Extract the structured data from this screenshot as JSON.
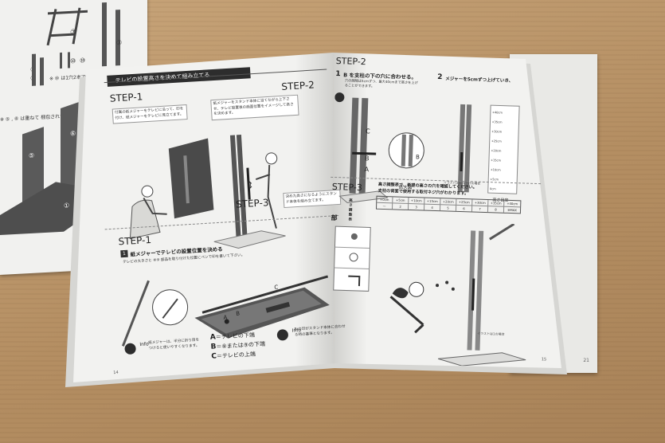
{
  "left_page": {
    "banner": "テレビの設置高さを決めて組み立てる",
    "step1_label": "STEP-1",
    "step2_label": "STEP-2",
    "step3_label": "STEP-3",
    "step1_note": "付属の紙メジャーをテレビに沿って、印を付け、紙メジャーをテレビに見立てます。",
    "step2_note": "紙メジャーをスタンド本体に当てながら上下させ、テレビ設置後の画面位置をイメージして高さを決めます。",
    "step3_note": "決めた高さになるようにスタンド本体を組み立てます。",
    "lower_step_label": "STEP-1",
    "lower_step_badge": "1",
    "lower_step_title": "紙メジャーでテレビの設置位置を決める",
    "lower_step_desc": "テレビの大きさと ⑧⑨ 部品を取り付けた位置にペンで印を書いて下さい。",
    "info_label": "Info",
    "info_left": "紙メジャーは、半分に折り目をつけると使いやすくなります。",
    "info_right": "B の印がスタンド本体に合わせる時の基準となります。",
    "legend": [
      {
        "key": "A",
        "text": "＝テレビの下端"
      },
      {
        "key": "B",
        "text": "＝⑧または⑨の下端"
      },
      {
        "key": "C",
        "text": "＝テレビの上端"
      }
    ],
    "diagram_letters": [
      "A",
      "B",
      "C"
    ],
    "page_number": "14"
  },
  "right_page": {
    "step2_label": "STEP-2",
    "item1_num": "1",
    "item1_text": "B を支柱の下の穴に合わせる。",
    "item1_sub": "穴の間隔は5cmずつ、最大40cmまで高さを上げることができます。",
    "item2_num": "2",
    "item2_text": "メジャーを5cmずつ上げていき、",
    "item2_highlight": "5cm",
    "enlarged_label": "拡大図",
    "height_table_label": "高さ目安",
    "illustration_note": "イラストは5cm下げの場合",
    "letters": [
      "C",
      "B",
      "A",
      "B"
    ],
    "scale_marks": [
      "+40cm",
      "+35cm",
      "+30cm",
      "+25cm",
      "+20cm",
      "+15cm",
      "+10cm",
      "+5cm",
      "0cm"
    ],
    "step3_label": "STEP-3",
    "step3_text": "高さ調整表で、希望の高さの穴を確認してください。",
    "step3_sub": "支柱の背面で使用する取付ネジ穴がわかります。",
    "table_label": "高さ調整表",
    "table_headers": [
      "+0cm",
      "+5cm",
      "+10cm",
      "+15cm",
      "+20cm",
      "+25cm",
      "+30cm",
      "+35cm",
      "+40cm"
    ],
    "table_values": [
      "—",
      "2",
      "3",
      "4",
      "5",
      "6",
      "7",
      "8",
      "⑨MAX"
    ],
    "parts_label": "部",
    "bottom_note": "イラストは1の場合",
    "page_number": "15"
  },
  "left_sheet": {
    "labels": [
      "⑦",
      "⑧",
      "⑨",
      "⑩",
      "⑩",
      "③",
      "⑤",
      "⑥",
      "①"
    ],
    "note1": "※ ⑩ は1穴2本で",
    "note2": "※ ⑤ , ⑥ は重ねて 梱包されています。"
  },
  "under_sheet": {
    "page_number": "21"
  }
}
